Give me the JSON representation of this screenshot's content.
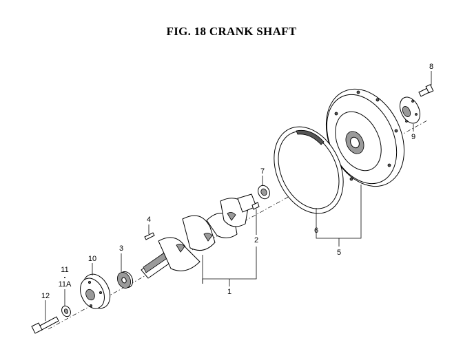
{
  "title": "FIG. 18  CRANK SHAFT",
  "callouts": {
    "p1": "1",
    "p2": "2",
    "p3": "3",
    "p4": "4",
    "p5": "5",
    "p6": "6",
    "p7": "7",
    "p8": "8",
    "p9": "9",
    "p10": "10",
    "p11": "11",
    "p11a": "11A",
    "p12": "12"
  }
}
